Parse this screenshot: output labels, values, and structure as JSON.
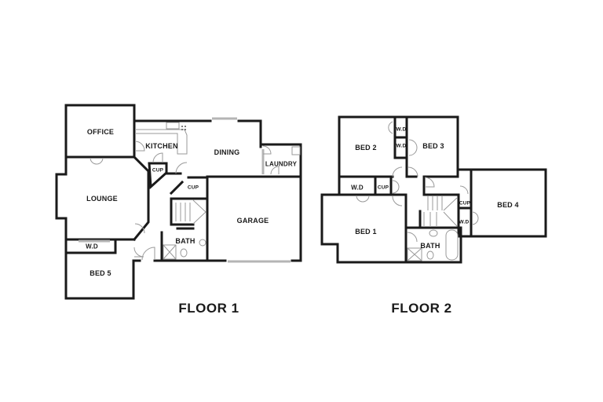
{
  "floor1": {
    "title": "FLOOR 1",
    "rooms": {
      "office": "OFFICE",
      "kitchen": "KITCHEN",
      "dining": "DINING",
      "laundry": "LAUNDRY",
      "lounge": "LOUNGE",
      "cup1": "CUP",
      "cup2": "CUP",
      "garage": "GARAGE",
      "bath": "BATH",
      "wd": "W.D",
      "bed5": "BED 5"
    }
  },
  "floor2": {
    "title": "FLOOR 2",
    "rooms": {
      "bed2": "BED 2",
      "wd_top": "W.D",
      "wd_mid": "W.D",
      "bed3": "BED 3",
      "wd_left": "W.D",
      "cup_left": "CUP",
      "bed4": "BED 4",
      "cup_right": "CUP",
      "wd_right": "W.D",
      "bed1": "BED 1",
      "bath": "BATH"
    }
  },
  "colors": {
    "wall": "#1a1a1a",
    "fixture": "#9a9a9a",
    "background": "#ffffff"
  }
}
